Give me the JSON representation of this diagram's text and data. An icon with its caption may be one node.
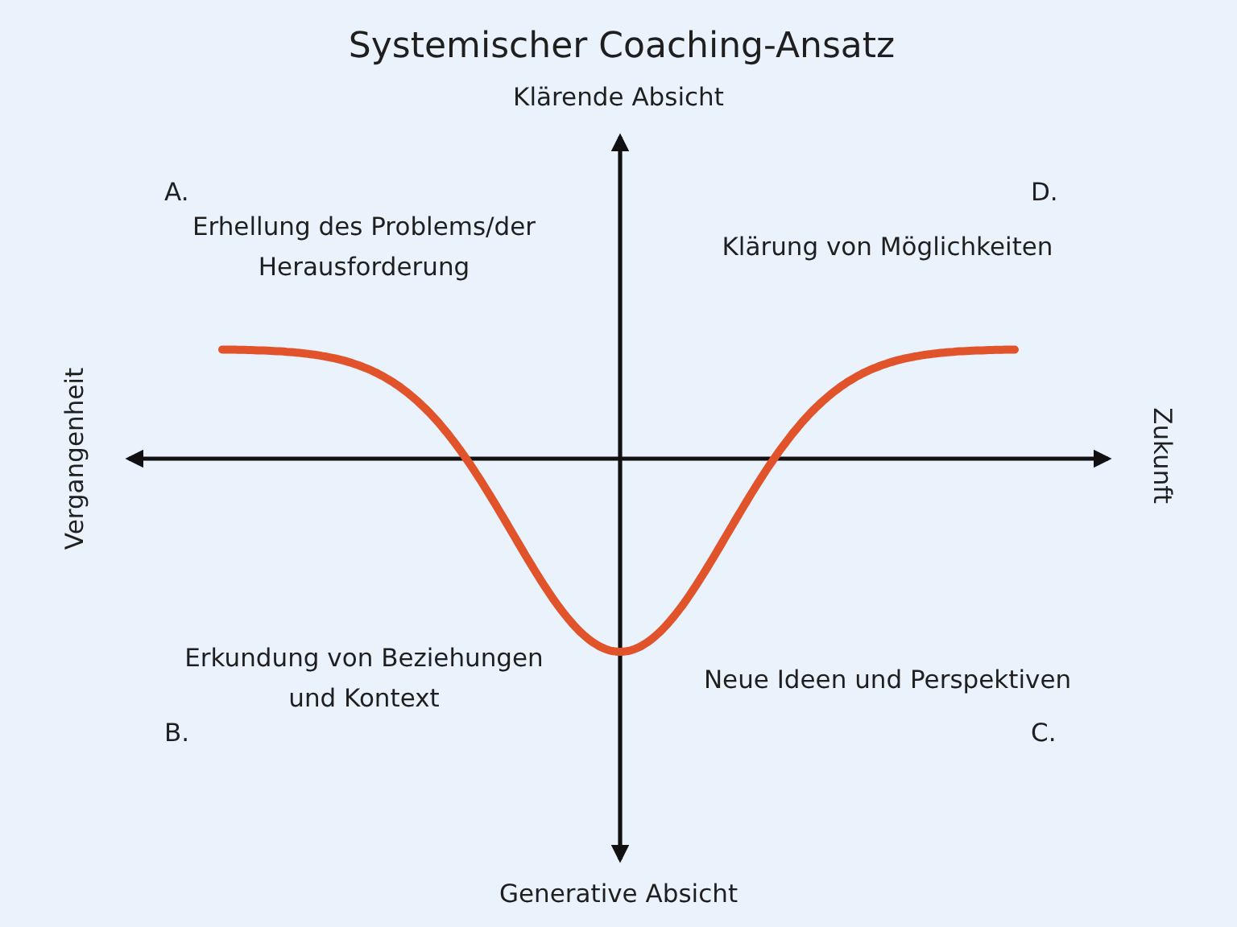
{
  "diagram": {
    "title": "Systemischer Coaching-Ansatz",
    "labels": [
      "Klärende Absicht",
      "A.",
      "D.",
      "Erhellung des Problems/der Herausforderung",
      "Klärung von Möglichkeiten",
      "Vergangenheit",
      "Zukunft",
      "Erkundung von Beziehungen und Kontext",
      "Neue Ideen und Perspektiven",
      "B.",
      "C.",
      "Generative Absicht"
    ]
  }
}
